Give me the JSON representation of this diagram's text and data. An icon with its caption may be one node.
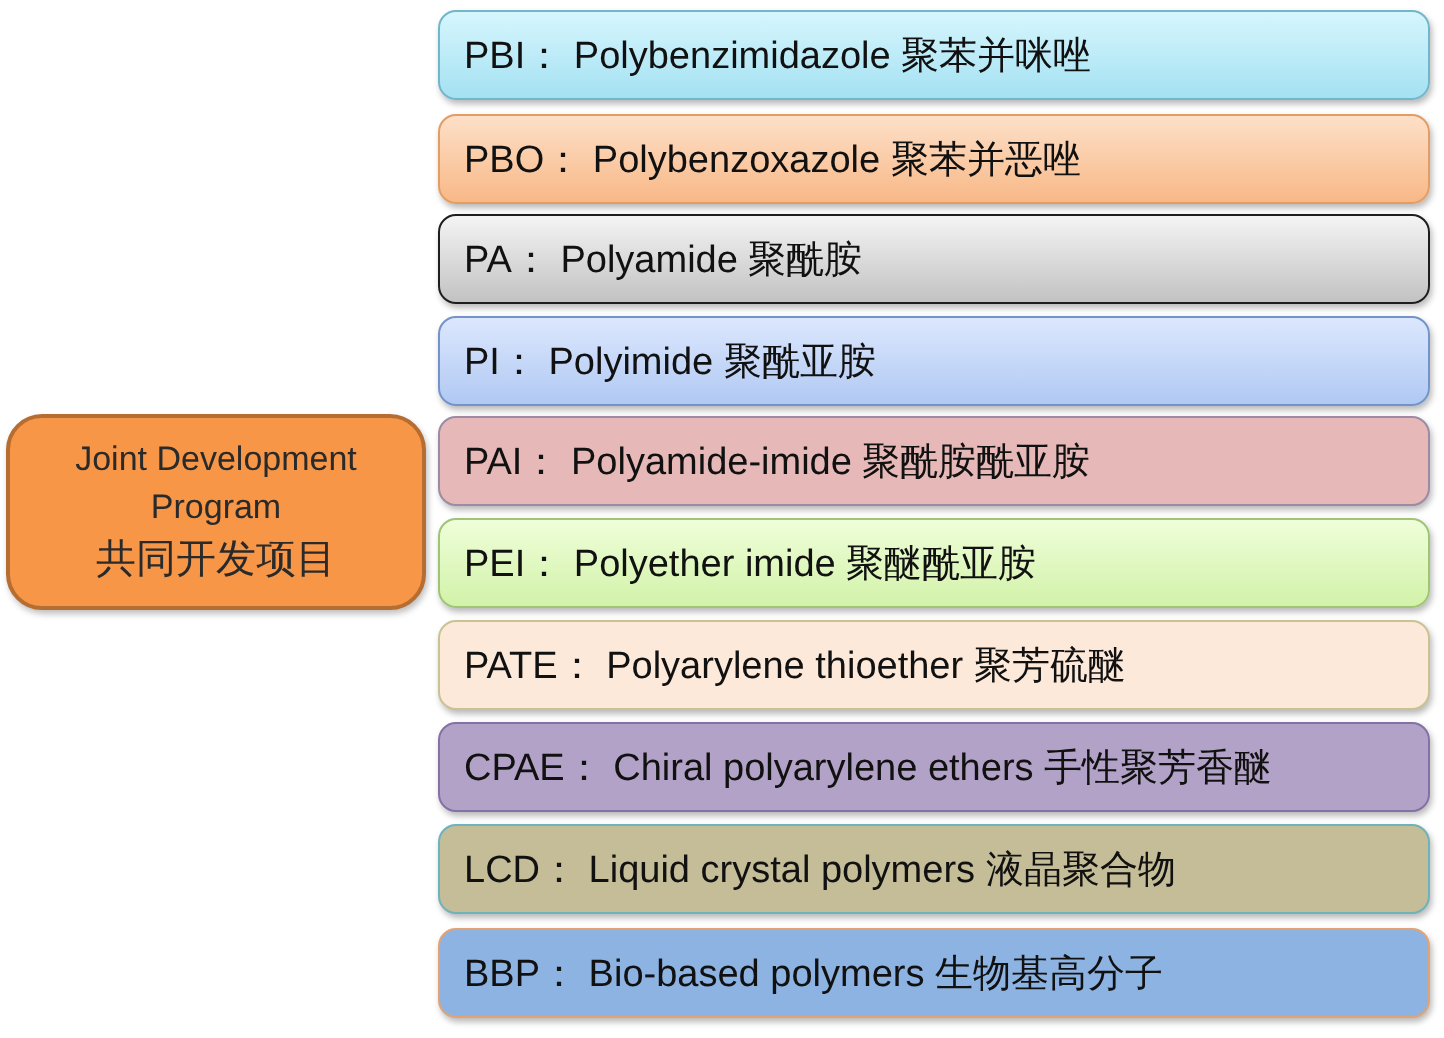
{
  "diagram": {
    "nodes": [
      {
        "text": [
          "Joint Development Program",
          "共同开发项目"
        ]
      },
      {
        "text": [
          "PBI： Polybenzimidazole 聚苯并咪唑"
        ]
      },
      {
        "text": [
          "PBO： Polybenzoxazole 聚苯并恶唑"
        ]
      },
      {
        "text": [
          "PA： Polyamide 聚酰胺"
        ]
      },
      {
        "text": [
          "PI： Polyimide 聚酰亚胺"
        ]
      },
      {
        "text": [
          "PAI： Polyamide-imide 聚酰胺酰亚胺"
        ]
      },
      {
        "text": [
          "PEI： Polyether imide 聚醚酰亚胺"
        ]
      },
      {
        "text": [
          "PATE： Polyarylene thioether 聚芳硫醚"
        ]
      },
      {
        "text": [
          "CPAE： Chiral polyarylene ethers 手性聚芳香醚"
        ]
      },
      {
        "text": [
          "LCD： Liquid crystal polymers 液晶聚合物"
        ]
      },
      {
        "text": [
          "BBP： Bio-based polymers 生物基高分子"
        ]
      }
    ]
  }
}
